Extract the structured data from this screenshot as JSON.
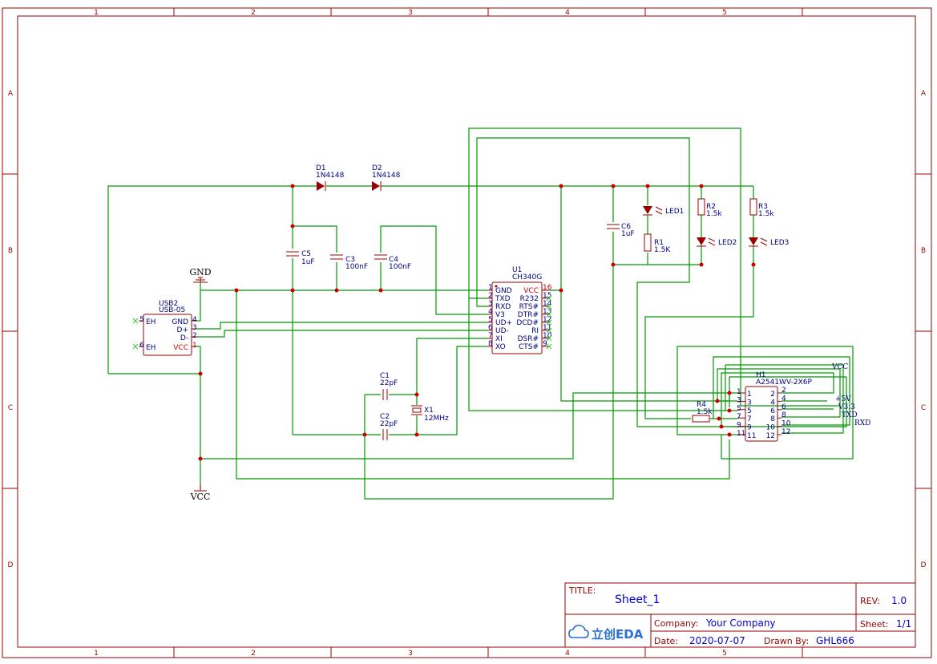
{
  "frame": {
    "columns": [
      "1",
      "2",
      "3",
      "4",
      "5"
    ],
    "rows": [
      "A",
      "B",
      "C",
      "D"
    ]
  },
  "title_block": {
    "title_label": "TITLE:",
    "title_value": "Sheet_1",
    "rev_label": "REV:",
    "rev_value": "1.0",
    "company_label": "Company:",
    "company_value": "Your Company",
    "sheet_label": "Sheet:",
    "sheet_value": "1/1",
    "date_label": "Date:",
    "date_value": "2020-07-07",
    "drawn_label": "Drawn By:",
    "drawn_value": "GHL666",
    "logo_text": "立创EDA"
  },
  "nets": {
    "gnd": "GND",
    "vcc": "VCC",
    "h1_vcc": "VCC",
    "h1_5v": "+5V",
    "h1_v33": "V3.3",
    "h1_txd": "TXD",
    "h1_rxd": "RXD"
  },
  "components": {
    "d1": {
      "ref": "D1",
      "value": "1N4148"
    },
    "d2": {
      "ref": "D2",
      "value": "1N4148"
    },
    "c5": {
      "ref": "C5",
      "value": "1uF"
    },
    "c3": {
      "ref": "C3",
      "value": "100nF"
    },
    "c4": {
      "ref": "C4",
      "value": "100nF"
    },
    "c6": {
      "ref": "C6",
      "value": "1uF"
    },
    "c1": {
      "ref": "C1",
      "value": "22pF"
    },
    "c2": {
      "ref": "C2",
      "value": "22pF"
    },
    "x1": {
      "ref": "X1",
      "value": "12MHz"
    },
    "r1": {
      "ref": "R1",
      "value": "1.5K"
    },
    "r2": {
      "ref": "R2",
      "value": "1.5k"
    },
    "r3": {
      "ref": "R3",
      "value": "1.5k"
    },
    "r4": {
      "ref": "R4",
      "value": "1.5k"
    },
    "led1": {
      "ref": "LED1"
    },
    "led2": {
      "ref": "LED2"
    },
    "led3": {
      "ref": "LED3"
    },
    "usb2": {
      "ref": "USB2",
      "value": "USB-05",
      "pins": [
        {
          "num": "5",
          "name": "EH"
        },
        {
          "num": "6",
          "name": "EH"
        },
        {
          "num": "4",
          "name": "GND"
        },
        {
          "num": "3",
          "name": "D+"
        },
        {
          "num": "2",
          "name": "D-"
        },
        {
          "num": "1",
          "name": "VCC"
        }
      ]
    },
    "u1": {
      "ref": "U1",
      "value": "CH340G",
      "left_pins": [
        {
          "num": "1",
          "name": "GND"
        },
        {
          "num": "2",
          "name": "TXD"
        },
        {
          "num": "3",
          "name": "RXD"
        },
        {
          "num": "4",
          "name": "V3"
        },
        {
          "num": "5",
          "name": "UD+"
        },
        {
          "num": "6",
          "name": "UD-"
        },
        {
          "num": "7",
          "name": "XI"
        },
        {
          "num": "8",
          "name": "XO"
        }
      ],
      "right_pins": [
        {
          "num": "16",
          "name": "VCC"
        },
        {
          "num": "15",
          "name": "R232"
        },
        {
          "num": "14",
          "name": "RTS#"
        },
        {
          "num": "13",
          "name": "DTR#"
        },
        {
          "num": "12",
          "name": "DCD#"
        },
        {
          "num": "11",
          "name": "RI"
        },
        {
          "num": "10",
          "name": "DSR#"
        },
        {
          "num": "9",
          "name": "CTS#"
        }
      ]
    },
    "h1": {
      "ref": "H1",
      "value": "A2541WV-2X6P",
      "left_pins": [
        "1",
        "3",
        "5",
        "7",
        "9",
        "11"
      ],
      "right_pins": [
        "2",
        "4",
        "6",
        "8",
        "10",
        "12"
      ]
    }
  }
}
